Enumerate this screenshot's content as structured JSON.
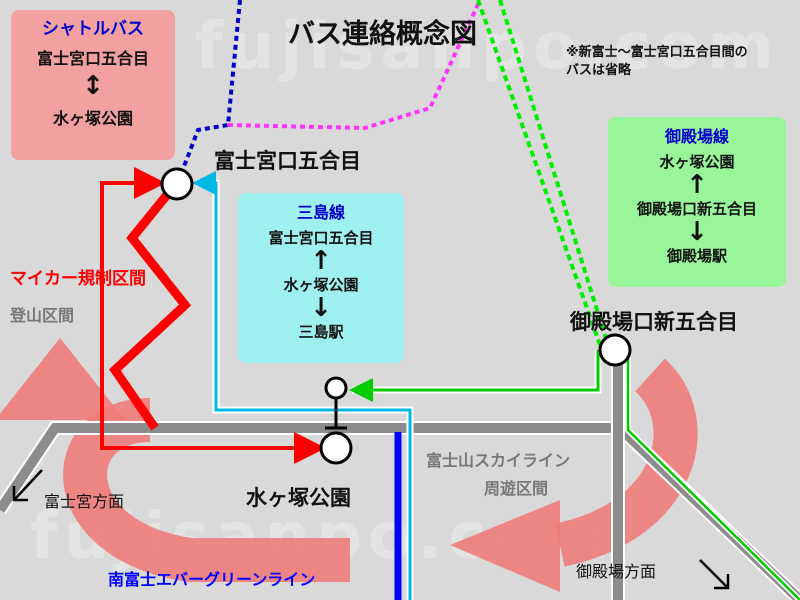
{
  "title": "バス連絡概念図",
  "note": "※新富士～富士宮口五合目間の\nバスは省略",
  "watermark": "fujisanpo.com",
  "colors": {
    "background": "#d9d9d9",
    "road": "#8c8c8c",
    "shuttle_red": "#ff0000",
    "fujinomiya_blue": "#0000cc",
    "mishima_cyan": "#00b8e6",
    "gotemba_green": "#00cc00",
    "magenta": "#ff33ff",
    "circle_arrow": "#ef7b7b",
    "evergreen_blue": "#0000ff"
  },
  "shuttle_box": {
    "title": "シャトルバス",
    "from": "富士宮口五合目",
    "arrow": "↕",
    "to": "水ヶ塚公園"
  },
  "mishima_box": {
    "title": "三島線",
    "stop1": "富士宮口五合目",
    "arrow1": "↑",
    "stop2": "水ヶ塚公園",
    "arrow2": "↓",
    "stop3": "三島駅"
  },
  "gotemba_box": {
    "title": "御殿場線",
    "stop1": "水ヶ塚公園",
    "arrow1": "↑",
    "stop2": "御殿場口新五合目",
    "arrow2": "↓",
    "stop3": "御殿場駅"
  },
  "stations": {
    "fujinomiya_5": "富士宮口五合目",
    "gotemba_5": "御殿場口新五合目",
    "mizugatsuka": "水ヶ塚公園"
  },
  "labels": {
    "mycar": "マイカー規制区間",
    "climb": "登山区間",
    "skyline1": "富士山スカイライン",
    "skyline2": "周遊区間",
    "to_fujinomiya": "富士宮方面",
    "to_gotemba": "御殿場方面",
    "evergreen": "南富士エバーグリーンライン"
  }
}
